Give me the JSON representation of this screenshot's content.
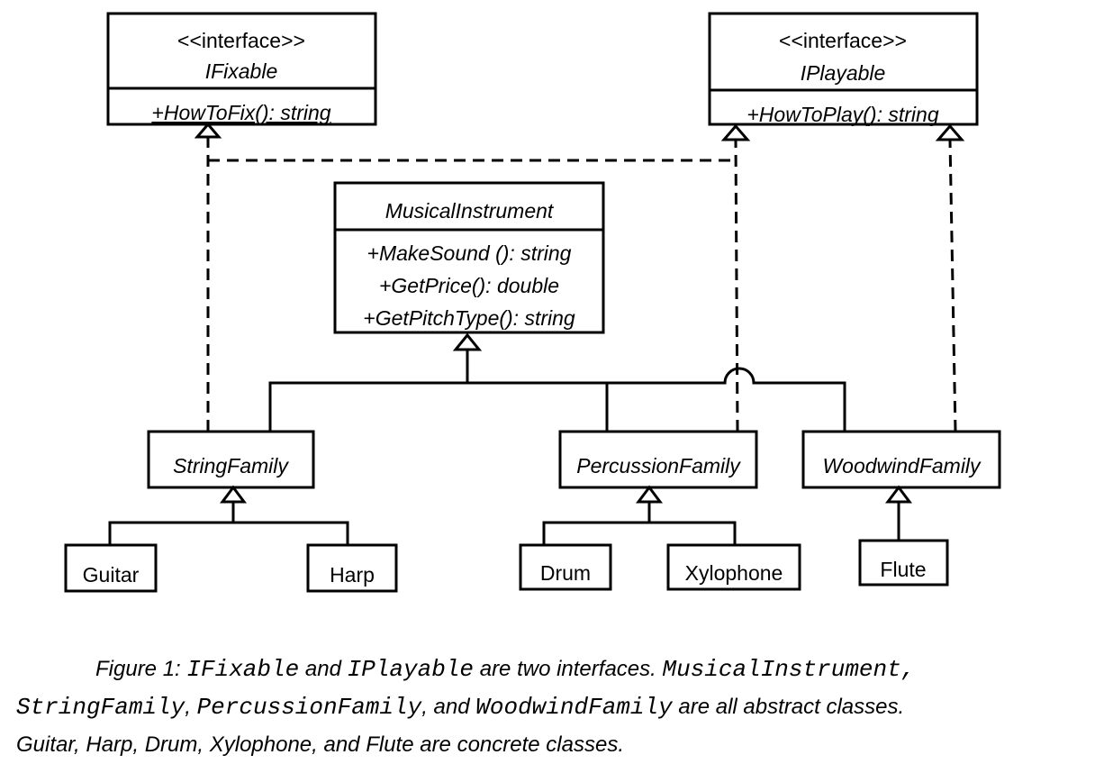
{
  "diagram": {
    "ifixable": {
      "stereotype": "<<interface>>",
      "name": "IFixable",
      "method": "+HowToFix(): string"
    },
    "iplayable": {
      "stereotype": "<<interface>>",
      "name": "IPlayable",
      "method": "+HowToPlay(): string"
    },
    "musical_instrument": {
      "name": "MusicalInstrument",
      "methods": [
        "+MakeSound (): string",
        "+GetPrice(): double",
        "+GetPitchType(): string"
      ]
    },
    "families": {
      "string": "StringFamily",
      "percussion": "PercussionFamily",
      "woodwind": "WoodwindFamily"
    },
    "concrete": {
      "guitar": "Guitar",
      "harp": "Harp",
      "drum": "Drum",
      "xylophone": "Xylophone",
      "flute": "Flute"
    }
  },
  "caption": {
    "label": "Figure 1: ",
    "c1": "IFixable",
    "t1": " and ",
    "c2": "IPlayable",
    "t2": " are two interfaces.  ",
    "c3": "MusicalInstrument,",
    "c4": "StringFamily",
    "t3": ", ",
    "c5": "PercussionFamily",
    "t4": ", and ",
    "c6": "WoodwindFamily",
    "t5": " are all abstract classes.",
    "line3": "Guitar, Harp, Drum, Xylophone, and Flute are concrete classes."
  }
}
